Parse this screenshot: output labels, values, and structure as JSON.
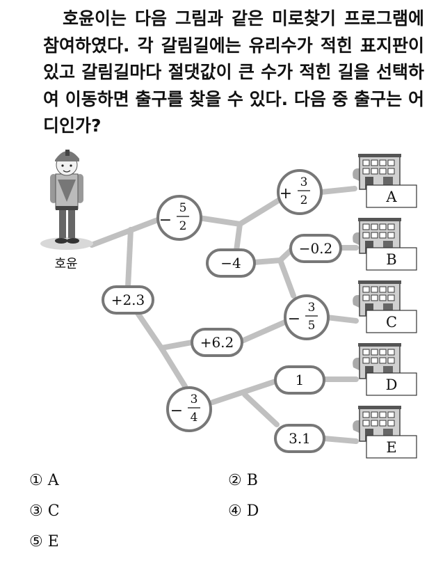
{
  "question": "호윤이는 다음 그림과 같은 미로찾기 프로그램에 참여하였다. 각 갈림길에는 유리수가 적힌 표지판이 있고 갈림길마다 절댓값이 큰 수가 적힌 길을 선택하여 이동하면 출구를 찾을 수 있다. 다음 중 출구는 어디인가?",
  "person_label": "호윤",
  "signs": {
    "m52": {
      "sign": "−",
      "num": "5",
      "den": "2"
    },
    "p32": {
      "sign": "+",
      "num": "3",
      "den": "2"
    },
    "m4": "−4",
    "m02": "−0.2",
    "p23": "+2.3",
    "m35": {
      "sign": "−",
      "num": "3",
      "den": "5"
    },
    "p62": "+6.2",
    "one": "1",
    "m34": {
      "sign": "−",
      "num": "3",
      "den": "4"
    },
    "t31": "3.1"
  },
  "exits": [
    "A",
    "B",
    "C",
    "D",
    "E"
  ],
  "options": [
    {
      "num": "①",
      "label": "A"
    },
    {
      "num": "②",
      "label": "B"
    },
    {
      "num": "③",
      "label": "C"
    },
    {
      "num": "④",
      "label": "D"
    },
    {
      "num": "⑤",
      "label": "E"
    }
  ]
}
